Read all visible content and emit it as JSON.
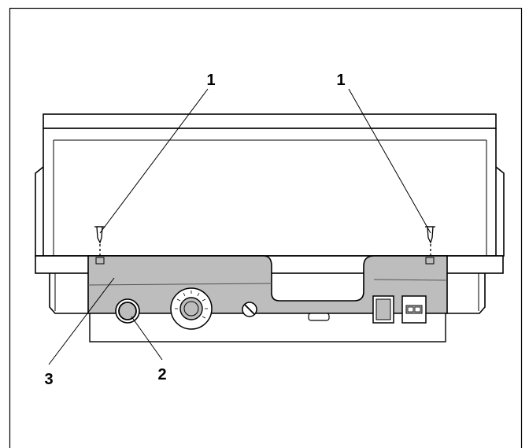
{
  "callouts": [
    {
      "id": "1a",
      "label": "1"
    },
    {
      "id": "1b",
      "label": "1"
    },
    {
      "id": "2",
      "label": "2"
    },
    {
      "id": "3",
      "label": "3"
    }
  ],
  "colors": {
    "panel": "#bdbdbd",
    "line": "#000000",
    "background": "#ffffff"
  }
}
